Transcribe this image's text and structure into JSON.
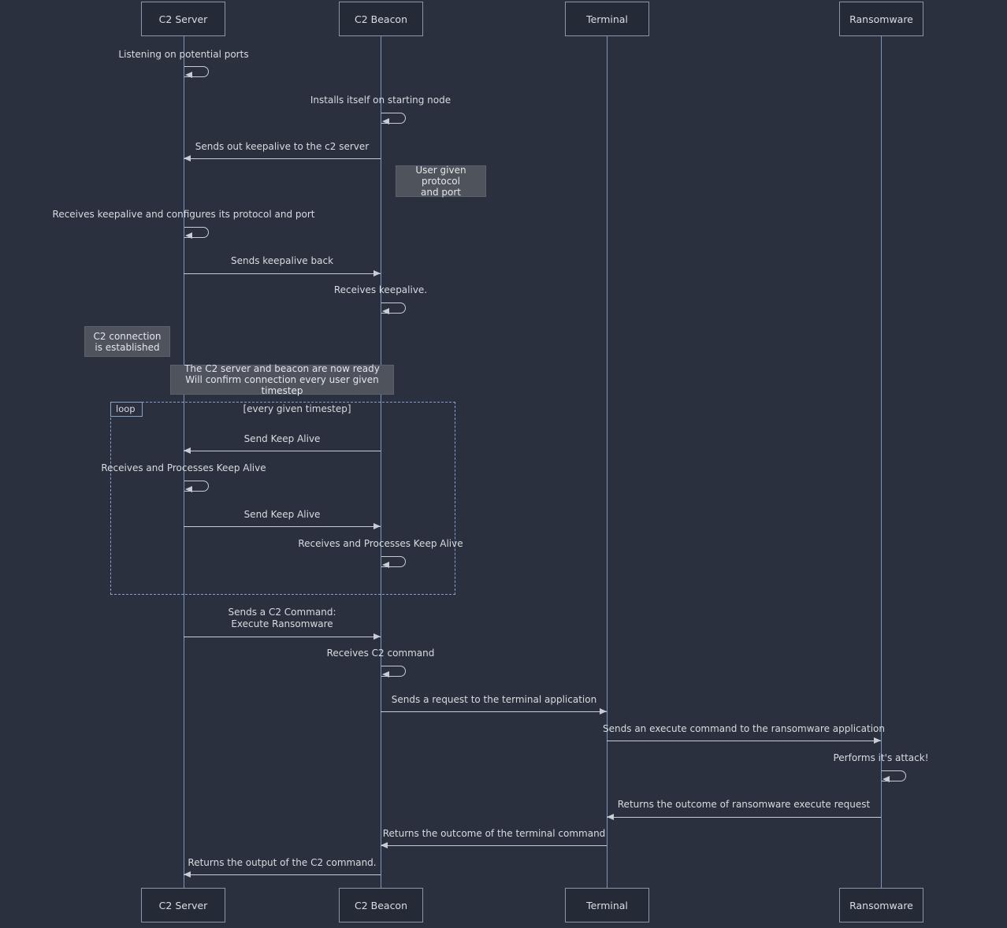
{
  "diagram": {
    "type": "sequence-diagram",
    "colors": {
      "background": "#2a303d",
      "actor_fill": "#252b36",
      "actor_border": "#8c96a8",
      "lifeline": "#7d94bd",
      "arrow": "#c8cdd5",
      "note_fill": "#4e535c",
      "loop_border": "#88a0c8",
      "text": "#d8dbe0"
    },
    "actors": [
      {
        "label": "C2 Server"
      },
      {
        "label": "C2 Beacon"
      },
      {
        "label": "Terminal"
      },
      {
        "label": "Ransomware"
      }
    ],
    "messages": [
      {
        "text": "Listening on potential ports"
      },
      {
        "text": "Installs itself on starting node"
      },
      {
        "text": "Sends out keepalive to the c2 server"
      },
      {
        "text": "Receives keepalive and configures its protocol and port"
      },
      {
        "text": "Sends keepalive back"
      },
      {
        "text": "Receives keepalive."
      },
      {
        "text": "Send Keep Alive"
      },
      {
        "text": "Receives and Processes Keep Alive"
      },
      {
        "text": "Send Keep Alive"
      },
      {
        "text": "Receives and Processes Keep Alive"
      },
      {
        "line1": "Sends a C2 Command:",
        "line2": "Execute Ransomware"
      },
      {
        "text": "Receives C2 command"
      },
      {
        "text": "Sends a request to the terminal application"
      },
      {
        "text": "Sends an execute command to the ransomware application"
      },
      {
        "text": "Performs it's attack!"
      },
      {
        "text": "Returns the outcome of ransomware execute request"
      },
      {
        "text": "Returns the outcome of the terminal command"
      },
      {
        "text": "Returns the output of the C2 command."
      }
    ],
    "notes": [
      {
        "line1": "User given protocol",
        "line2": "and port"
      },
      {
        "line1": "C2 connection",
        "line2": "is established"
      },
      {
        "line1": "The C2 server and beacon are now ready",
        "line2": "Will confirm connection every user given timestep"
      }
    ],
    "loop": {
      "label": "loop",
      "condition": "[every given timestep]"
    }
  }
}
